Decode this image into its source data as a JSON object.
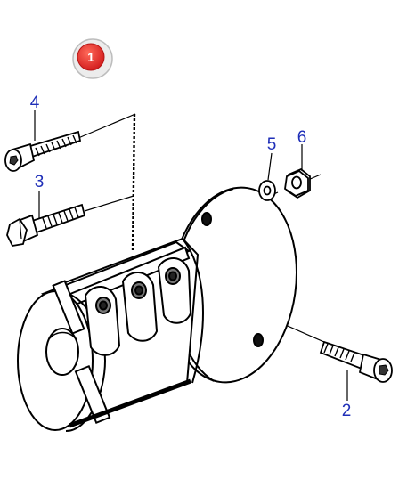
{
  "figure": {
    "badge": {
      "label": "1",
      "color": "#e02a2a"
    },
    "callouts": [
      {
        "id": "screw-4",
        "label": "4",
        "icon": "socket-head-cap-screw-icon"
      },
      {
        "id": "screw-3",
        "label": "3",
        "icon": "hex-head-bolt-icon"
      },
      {
        "id": "washer-5",
        "label": "5",
        "icon": "washer-icon"
      },
      {
        "id": "nut-6",
        "label": "6",
        "icon": "hex-nut-icon"
      },
      {
        "id": "screw-2",
        "label": "2",
        "icon": "socket-head-cap-screw-icon"
      }
    ],
    "main_part": "flanged-split-coupling-icon",
    "colors": {
      "callout_text": "#1f2fb8",
      "line": "#000000",
      "fill": "#ffffff"
    }
  }
}
